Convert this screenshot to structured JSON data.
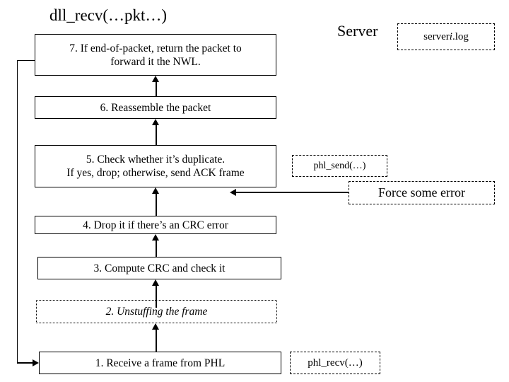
{
  "diagram": {
    "title": "dll_recv(…pkt…)",
    "server_label": "Server",
    "log_file": {
      "prefix": "server",
      "index": "i",
      "suffix": ".log"
    },
    "steps": [
      {
        "id": "step-7",
        "line1": "7. If end-of-packet, return the packet to",
        "line2": "forward it the NWL."
      },
      {
        "id": "step-6",
        "line1": "6. Reassemble the packet"
      },
      {
        "id": "step-5",
        "line1": "5. Check whether it’s duplicate.",
        "line2": "If yes, drop; otherwise, send ACK frame"
      },
      {
        "id": "step-4",
        "line1": "4. Drop it if there’s an CRC error"
      },
      {
        "id": "step-3",
        "line1": "3. Compute CRC and check it"
      },
      {
        "id": "step-2",
        "line1": "2. Unstuffing the frame"
      },
      {
        "id": "step-1",
        "line1": "1. Receive a frame from PHL"
      }
    ],
    "callouts": {
      "phl_send": "phl_send(…)",
      "force_error": "Force some error",
      "phl_recv": "phl_recv(…)"
    },
    "colors": {
      "stroke": "#000000",
      "background": "#ffffff"
    }
  }
}
